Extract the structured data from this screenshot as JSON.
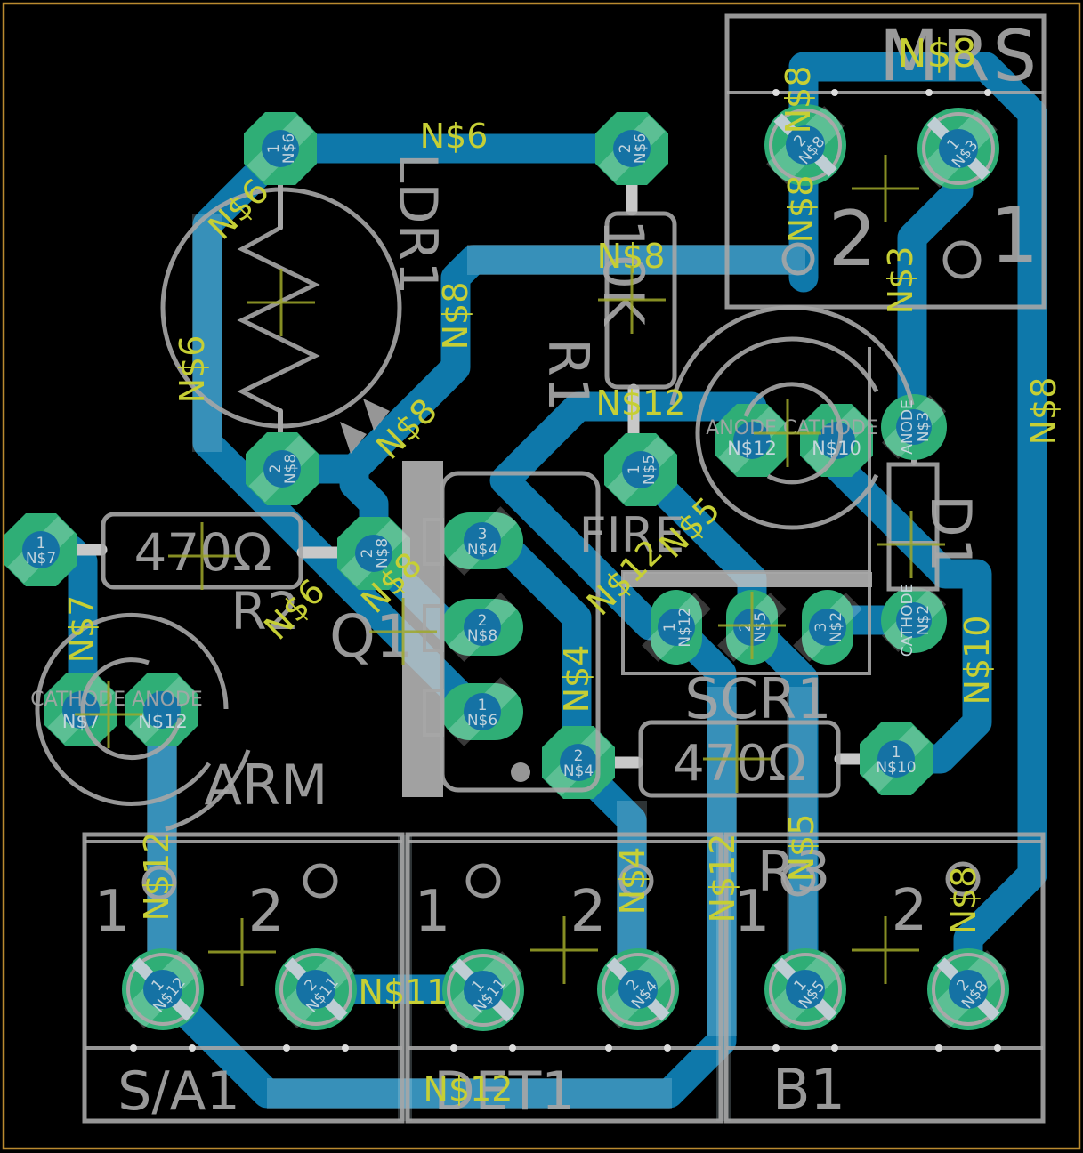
{
  "board": {
    "trace_color": "#0E78AA",
    "pad_color": "#2FAE76",
    "pad_hole_color": "#1572A4",
    "silkscreen_color": "#A6A6A6",
    "net_label_color": "#C6CF35",
    "outline_color": "#B98A2F",
    "background_color": "#000000"
  },
  "nets": {
    "n2": "N$2",
    "n3": "N$3",
    "n4": "N$4",
    "n5": "N$5",
    "n6": "N$6",
    "n7": "N$7",
    "n8": "N$8",
    "n10": "N$10",
    "n11": "N$11",
    "n12": "N$12"
  },
  "components": {
    "mrs": {
      "ref": "MRS",
      "pad_left": {
        "pin": "2",
        "net": "N$8"
      },
      "pad_right": {
        "pin": "1",
        "net": "N$3"
      }
    },
    "ldr1": {
      "ref": "LDR1",
      "pad_top": {
        "pin": "1",
        "net": "N$6"
      },
      "pad_bottom": {
        "pin": "2",
        "net": "N$8"
      }
    },
    "r1": {
      "ref": "R1",
      "value": "10K",
      "pad_top": {
        "pin": "2",
        "net": "N$6"
      },
      "pad_bottom": {
        "pin": "1",
        "net": "N$5"
      }
    },
    "r2": {
      "ref": "R2",
      "value": "470Ω",
      "pad_left": {
        "pin": "1",
        "net": "N$7"
      },
      "pad_right": {
        "pin": "2",
        "net": "N$8"
      }
    },
    "r3": {
      "ref": "R3",
      "value": "470Ω",
      "pad_left": {
        "pin": "2",
        "net": "N$4"
      },
      "pad_right": {
        "pin": "1",
        "net": "N$10"
      }
    },
    "q1": {
      "ref": "Q1",
      "pad1": {
        "pin": "1",
        "net": "N$6"
      },
      "pad2": {
        "pin": "2",
        "net": "N$8"
      },
      "pad3": {
        "pin": "3",
        "net": "N$4"
      }
    },
    "scr1": {
      "ref": "SCR1",
      "pad1": {
        "pin": "1",
        "net": "N$12"
      },
      "pad2": {
        "pin": "2",
        "net": "N$5"
      },
      "pad3": {
        "pin": "3",
        "net": "N$2"
      }
    },
    "d1": {
      "ref": "D1",
      "anode": {
        "name": "ANODE",
        "net": "N$3"
      },
      "cathode": {
        "name": "CATHODE",
        "net": "N$2"
      }
    },
    "led_arm": {
      "ref": "ARM",
      "pin_text": "CATHODE ANODE",
      "cathode_net": "N$7",
      "anode_net": "N$12"
    },
    "led_fire": {
      "ref": "FIRE",
      "pin_text": "ANODE CATHODE",
      "anode_net": "N$12",
      "cathode_net": "N$10"
    },
    "sa1": {
      "ref": "S/A1",
      "pad_left": {
        "pin": "1",
        "net": "N$12"
      },
      "pad_right": {
        "pin": "2",
        "net": "N$11"
      }
    },
    "det1": {
      "ref": "DET1",
      "pad_left": {
        "pin": "1",
        "net": "N$11"
      },
      "pad_right": {
        "pin": "2",
        "net": "N$4"
      }
    },
    "b1": {
      "ref": "B1",
      "pad_left": {
        "pin": "1",
        "net": "N$5"
      },
      "pad_right": {
        "pin": "2",
        "net": "N$8"
      }
    }
  }
}
